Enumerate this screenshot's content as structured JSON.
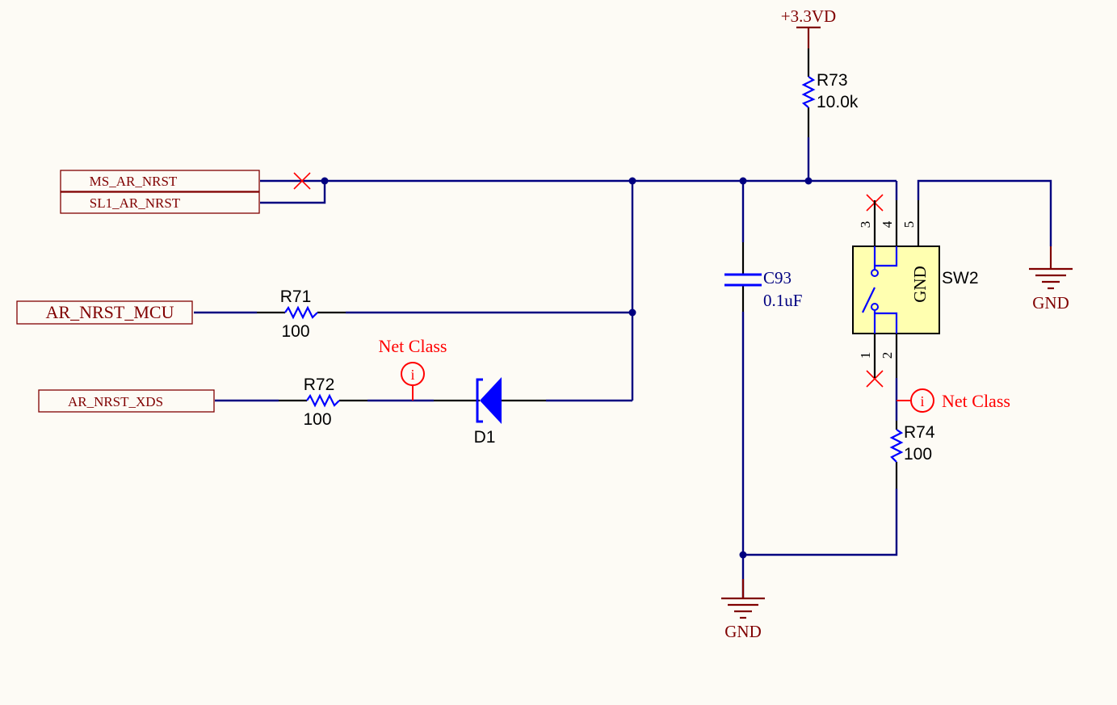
{
  "power": {
    "vcc": "+3.3VD",
    "gnd": "GND"
  },
  "ports": {
    "ms_ar_nrst": "MS_AR_NRST",
    "sl1_ar_nrst": "SL1_AR_NRST",
    "ar_nrst_mcu": "AR_NRST_MCU",
    "ar_nrst_xds": "AR_NRST_XDS"
  },
  "components": {
    "r73": {
      "ref": "R73",
      "value": "10.0k"
    },
    "r71": {
      "ref": "R71",
      "value": "100"
    },
    "r72": {
      "ref": "R72",
      "value": "100"
    },
    "r74": {
      "ref": "R74",
      "value": "100"
    },
    "c93": {
      "ref": "C93",
      "value": "0.1uF"
    },
    "d1": {
      "ref": "D1"
    },
    "sw2": {
      "ref": "SW2",
      "body_label": "GND",
      "pins": [
        "1",
        "2",
        "3",
        "4",
        "5"
      ]
    }
  },
  "directives": {
    "net_class": "Net Class",
    "icon": "i"
  },
  "colors": {
    "background": "#FDFBF5",
    "wire": "#000080",
    "component": "#0000FF",
    "power_port": "#800000",
    "no_connect": "#FF0000",
    "switch_fill": "#FFFFB0"
  }
}
